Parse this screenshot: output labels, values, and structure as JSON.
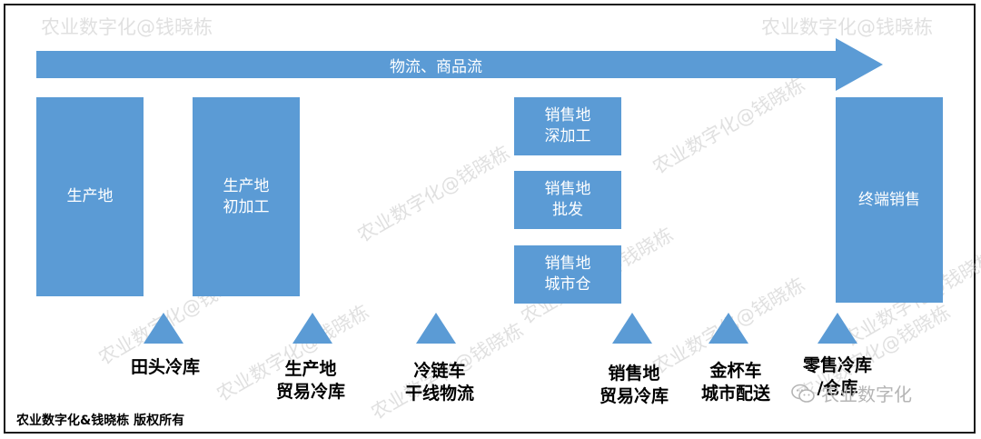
{
  "arrow": {
    "label": "物流、商品流"
  },
  "stages": [
    {
      "text": "生产地"
    },
    {
      "text": "生产地\n初加工"
    },
    {
      "text": "销售地\n深加工"
    },
    {
      "text": "销售地\n批发"
    },
    {
      "text": "销售地\n城市仓"
    },
    {
      "text": "终端销售"
    }
  ],
  "nodes": [
    {
      "text": "田头冷库"
    },
    {
      "text": "生产地\n贸易冷库"
    },
    {
      "text": "冷链车\n干线物流"
    },
    {
      "text": "销售地\n贸易冷库"
    },
    {
      "text": "金杯车\n城市配送"
    },
    {
      "text": "零售冷库\n/仓库"
    }
  ],
  "watermark": "农业数字化@钱晓栋",
  "copyright": "农业数字化&钱晓栋  版权所有",
  "wechat_label": "农业数字化",
  "colors": {
    "box": "#5b9bd5",
    "frame": "#1a1a1a",
    "watermark": "#c8c8c8"
  }
}
